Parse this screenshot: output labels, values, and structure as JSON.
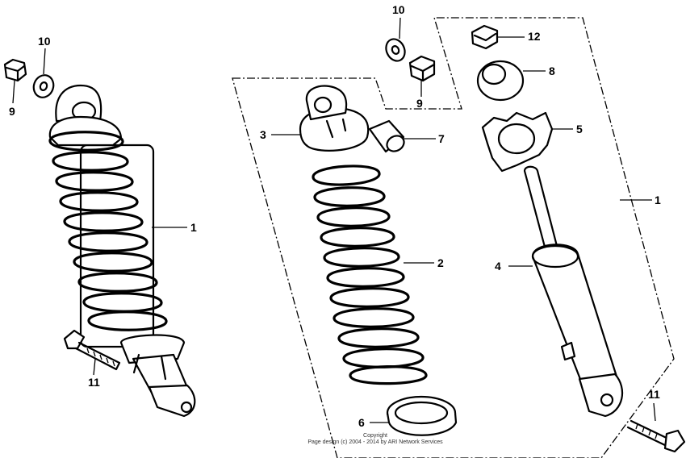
{
  "callouts": {
    "left_shock_1": "1",
    "left_washer_10": "10",
    "left_nut_9": "9",
    "left_bolt_11": "11",
    "top_washer_10": "10",
    "top_nut_9": "9",
    "nut_12": "12",
    "rubber_8": "8",
    "seat_5": "5",
    "assembly_1": "1",
    "damper_4": "4",
    "bolt_11": "11",
    "spring_2": "2",
    "upper_seat_3": "3",
    "bushing_7": "7",
    "cap_6": "6"
  },
  "copyright": {
    "line1": "Copyright",
    "line2": "Page design (c) 2004 - 2014 by ARI Network Services"
  },
  "colors": {
    "ink": "#000000",
    "background": "#ffffff"
  }
}
